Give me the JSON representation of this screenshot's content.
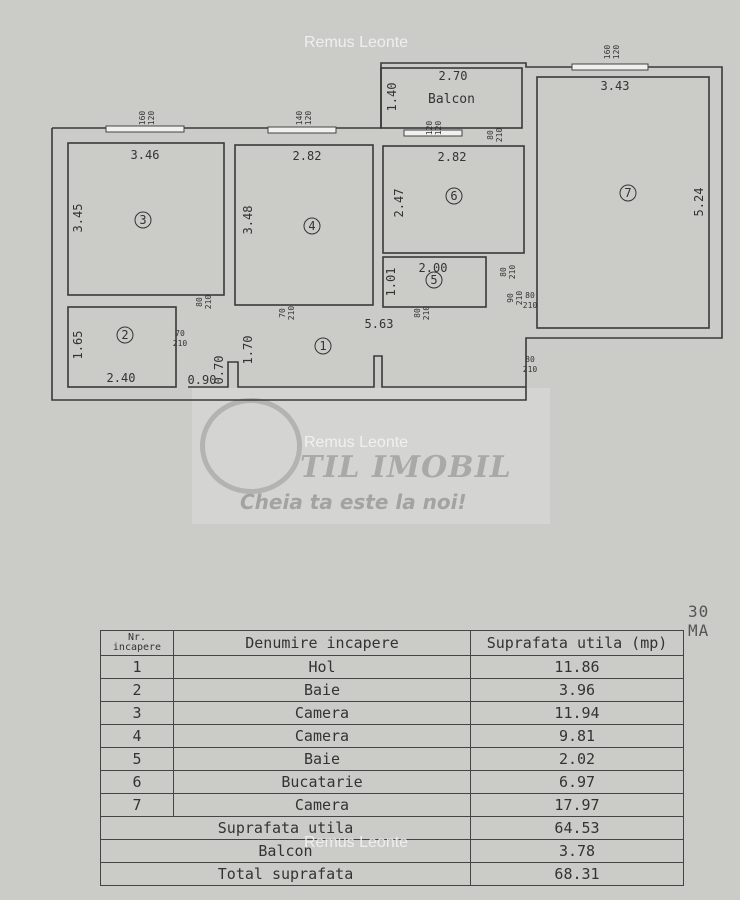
{
  "plan": {
    "balcony_label": "Balcon",
    "dims": [
      "2.70",
      "1.40",
      "3.43",
      "5.24",
      "3.46",
      "3.45",
      "2.82",
      "3.48",
      "2.82",
      "2.47",
      "2.00",
      "1.01",
      "5.63",
      "1.65",
      "2.40",
      "0.90",
      "0.70",
      "1.70"
    ],
    "rooms": [
      "1",
      "2",
      "3",
      "4",
      "5",
      "6",
      "7"
    ],
    "openings": [
      {
        "top": "160",
        "bottom": "120"
      },
      {
        "top": "140",
        "bottom": "120"
      },
      {
        "top": "120",
        "bottom": "120"
      },
      {
        "top": "160",
        "bottom": "120"
      },
      {
        "top": "80",
        "bottom": "210"
      },
      {
        "top": "80",
        "bottom": "210"
      },
      {
        "top": "80",
        "bottom": "210"
      },
      {
        "top": "70",
        "bottom": "210"
      },
      {
        "top": "70",
        "bottom": "210"
      },
      {
        "top": "80",
        "bottom": "210"
      },
      {
        "top": "80",
        "bottom": "210"
      },
      {
        "top": "80",
        "bottom": "210"
      },
      {
        "top": "90",
        "bottom": "210"
      }
    ]
  },
  "watermark": "Remus Leonte",
  "logo": {
    "title": "TIL IMOBIL",
    "tagline": "Cheia ta este la noi!"
  },
  "stamp_text": "30 MA",
  "table": {
    "headers": {
      "nr": "Nr. incapere",
      "name": "Denumire incapere",
      "area": "Suprafata utila (mp)"
    },
    "rows": [
      {
        "nr": "1",
        "name": "Hol",
        "area": "11.86"
      },
      {
        "nr": "2",
        "name": "Baie",
        "area": "3.96"
      },
      {
        "nr": "3",
        "name": "Camera",
        "area": "11.94"
      },
      {
        "nr": "4",
        "name": "Camera",
        "area": "9.81"
      },
      {
        "nr": "5",
        "name": "Baie",
        "area": "2.02"
      },
      {
        "nr": "6",
        "name": "Bucatarie",
        "area": "6.97"
      },
      {
        "nr": "7",
        "name": "Camera",
        "area": "17.97"
      }
    ],
    "totals": [
      {
        "label": "Suprafata utila",
        "value": "64.53"
      },
      {
        "label": "Balcon",
        "value": "3.78"
      },
      {
        "label": "Total suprafata",
        "value": "68.31"
      }
    ]
  }
}
